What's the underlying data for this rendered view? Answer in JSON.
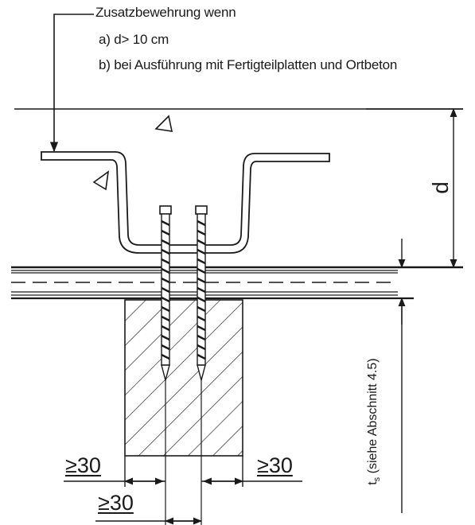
{
  "annotation": {
    "title": "Zusatzbewehrung wenn",
    "item_a": "a) d> 10 cm",
    "item_b": "b) bei Ausführung mit Fertigteilplatten und Ortbeton"
  },
  "dimensions": {
    "slab_thickness_label": "d",
    "edge_left": "≥30",
    "edge_right": "≥30",
    "spacing": "≥30",
    "beam_depth_symbol": "t",
    "beam_depth_subscript": "s",
    "beam_depth_note": " (siehe Abschnitt 4.5)"
  },
  "colors": {
    "ink": "#1a1a1a",
    "paper": "#ffffff"
  }
}
